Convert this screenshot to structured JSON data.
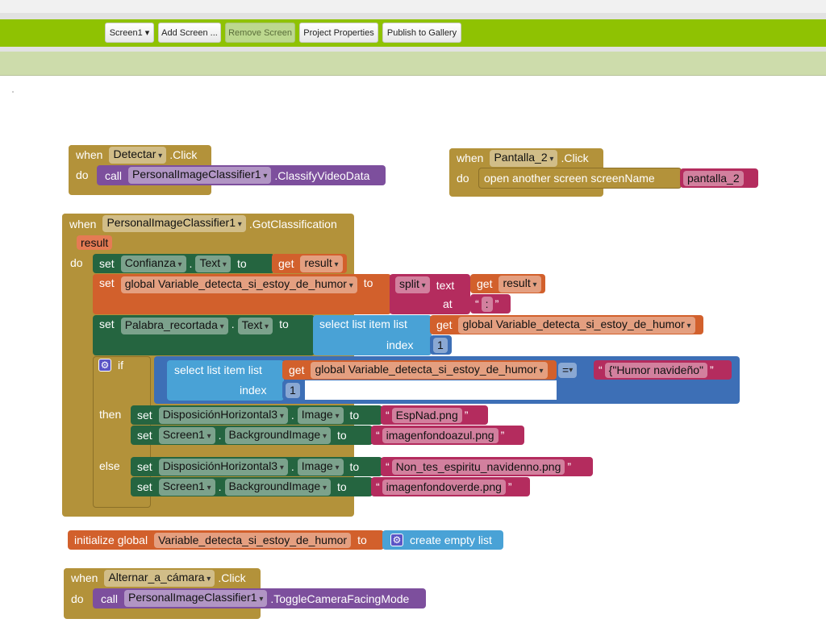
{
  "toolbar": {
    "screen": "Screen1 ▾",
    "add_screen": "Add Screen ...",
    "remove_screen": "Remove Screen",
    "project_properties": "Project Properties",
    "publish": "Publish to Gallery"
  },
  "b1": {
    "when": "when",
    "comp": "Detectar",
    "event": ".Click",
    "do": "do",
    "call": "call",
    "target": "PersonalImageClassifier1",
    "method": ".ClassifyVideoData"
  },
  "b2": {
    "when": "when",
    "comp": "Pantalla_2",
    "event": ".Click",
    "do": "do",
    "open": "open another screen  screenName",
    "value": "pantalla_2"
  },
  "b3": {
    "when": "when",
    "comp": "PersonalImageClassifier1",
    "event": ".GotClassification",
    "param": "result",
    "do": "do",
    "r1": {
      "set": "set",
      "comp": "Confianza",
      "dot": ".",
      "prop": "Text",
      "to": "to",
      "get": "get",
      "var": "result"
    },
    "r2": {
      "set": "set",
      "var": "global Variable_detecta_si_estoy_de_humor",
      "to": "to",
      "split": "split",
      "text": "text",
      "get": "get",
      "getvar": "result",
      "at": "at",
      "sep": ":"
    },
    "r3": {
      "set": "set",
      "comp": "Palabra_recortada",
      "dot": ".",
      "prop": "Text",
      "to": "to",
      "select": "select list item  list",
      "get": "get",
      "var": "global Variable_detecta_si_estoy_de_humor",
      "index": "index",
      "num": "1"
    },
    "if": {
      "if": "if",
      "select": "select list item  list",
      "get": "get",
      "var": "global Variable_detecta_si_estoy_de_humor",
      "index": "index",
      "num": "1",
      "op": "=",
      "value": "{\"Humor navideño\"",
      "then": "then",
      "else": "else"
    },
    "then1": {
      "set": "set",
      "comp": "DisposiciónHorizontal3",
      "dot": ".",
      "prop": "Image",
      "to": "to",
      "value": "EspNad.png"
    },
    "then2": {
      "set": "set",
      "comp": "Screen1",
      "dot": ".",
      "prop": "BackgroundImage",
      "to": "to",
      "value": "imagenfondoazul.png"
    },
    "else1": {
      "set": "set",
      "comp": "DisposiciónHorizontal3",
      "dot": ".",
      "prop": "Image",
      "to": "to",
      "value": "Non_tes_espiritu_navidenno.png"
    },
    "else2": {
      "set": "set",
      "comp": "Screen1",
      "dot": ".",
      "prop": "BackgroundImage",
      "to": "to",
      "value": "imagenfondoverde.png"
    }
  },
  "b4": {
    "init": "initialize global",
    "name": "Variable_detecta_si_estoy_de_humor",
    "to": "to",
    "create": "create empty list"
  },
  "b5": {
    "when": "when",
    "comp": "Alternar_a_cámara",
    "event": ".Click",
    "do": "do",
    "call": "call",
    "target": "PersonalImageClassifier1",
    "method": ".ToggleCameraFacingMode"
  }
}
